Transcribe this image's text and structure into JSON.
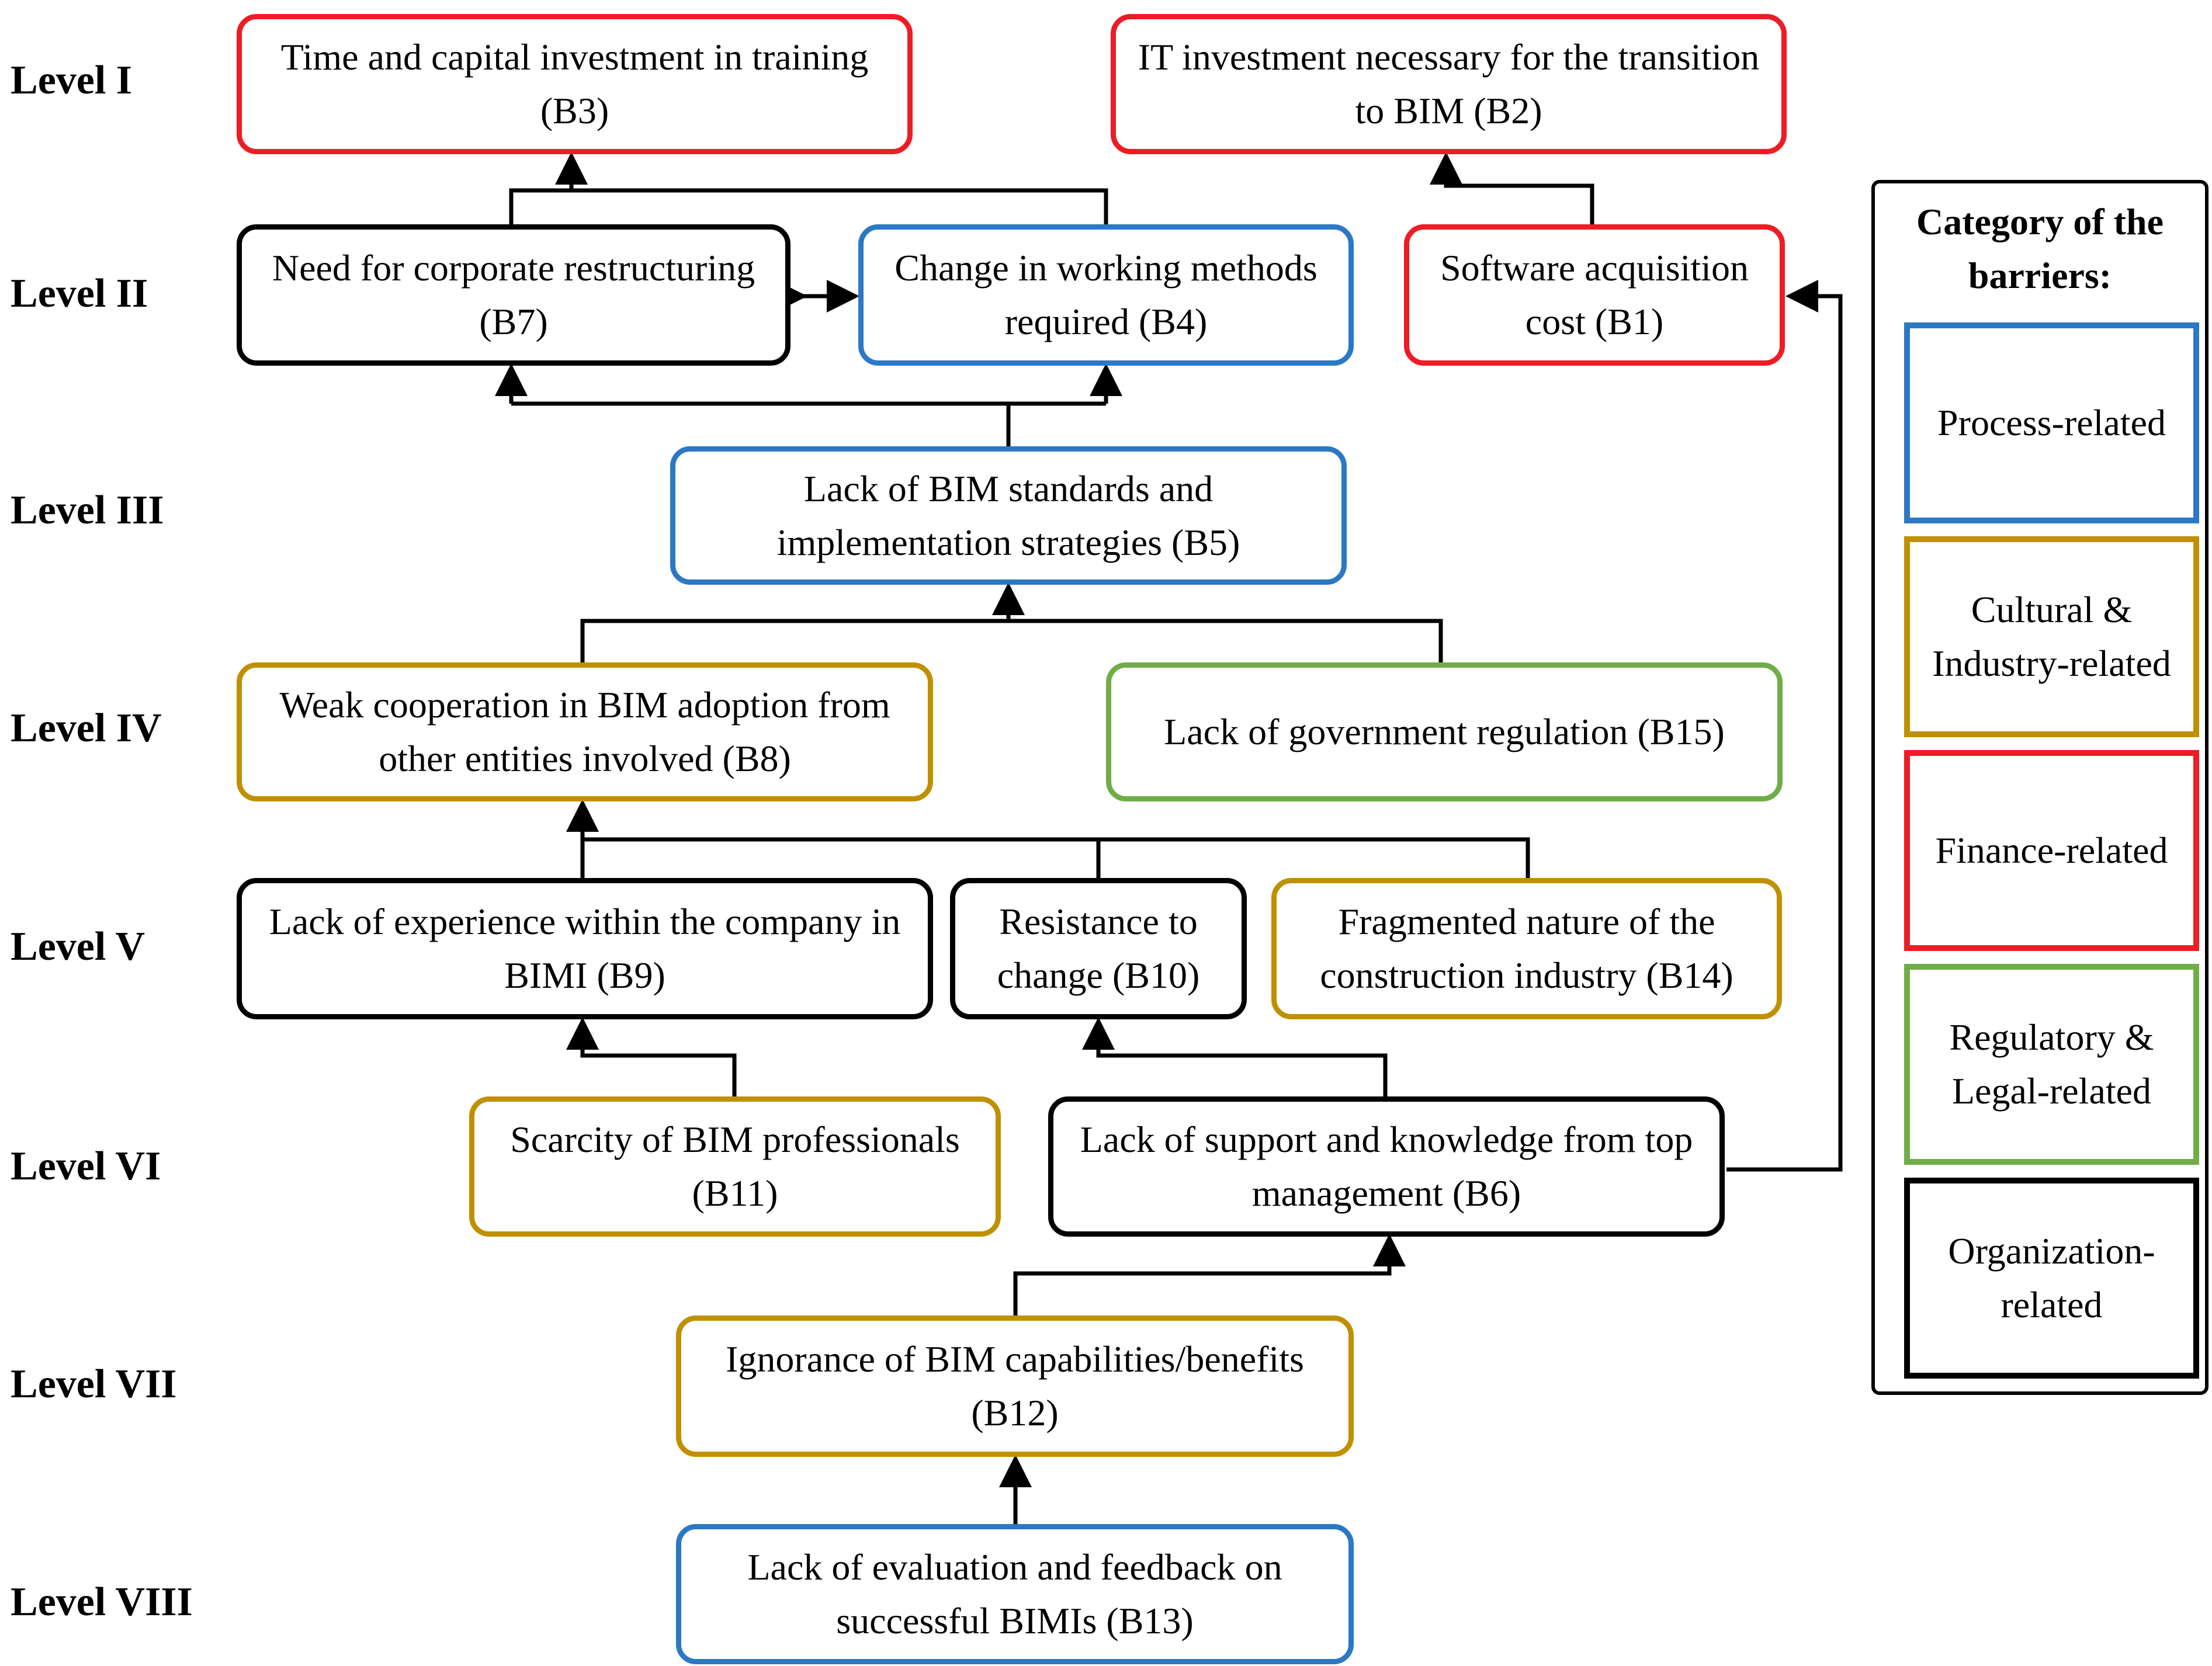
{
  "levels": [
    "Level I",
    "Level II",
    "Level III",
    "Level IV",
    "Level V",
    "Level VI",
    "Level VII",
    "Level VIII"
  ],
  "barriers": {
    "B1": "Software acquisition cost (B1)",
    "B2": "IT investment necessary for the transition to BIM (B2)",
    "B3": "Time and capital investment in training (B3)",
    "B4": "Change in working methods required (B4)",
    "B5": "Lack of BIM standards and implementation strategies (B5)",
    "B6": "Lack of support and knowledge from top management (B6)",
    "B7": "Need for corporate restructuring (B7)",
    "B8": "Weak cooperation in BIM adoption from other entities involved (B8)",
    "B9": "Lack of experience within the company in BIMI (B9)",
    "B10": "Resistance to change (B10)",
    "B11": "Scarcity of BIM professionals (B11)",
    "B12": "Ignorance of BIM capabilities/benefits (B12)",
    "B13": "Lack of evaluation and feedback on successful BIMIs (B13)",
    "B14": "Fragmented nature of the construction industry (B14)",
    "B15": "Lack of government regulation (B15)"
  },
  "legend": {
    "title": "Category of the barriers:",
    "categories": [
      {
        "label": "Process-related",
        "color": "#2b78c4"
      },
      {
        "label": "Cultural & Industry-related",
        "color": "#bf9000"
      },
      {
        "label": "Finance-related",
        "color": "#ee1c25"
      },
      {
        "label": "Regulatory & Legal-related",
        "color": "#70ad47"
      },
      {
        "label": "Organization-related",
        "color": "#000000"
      }
    ]
  }
}
